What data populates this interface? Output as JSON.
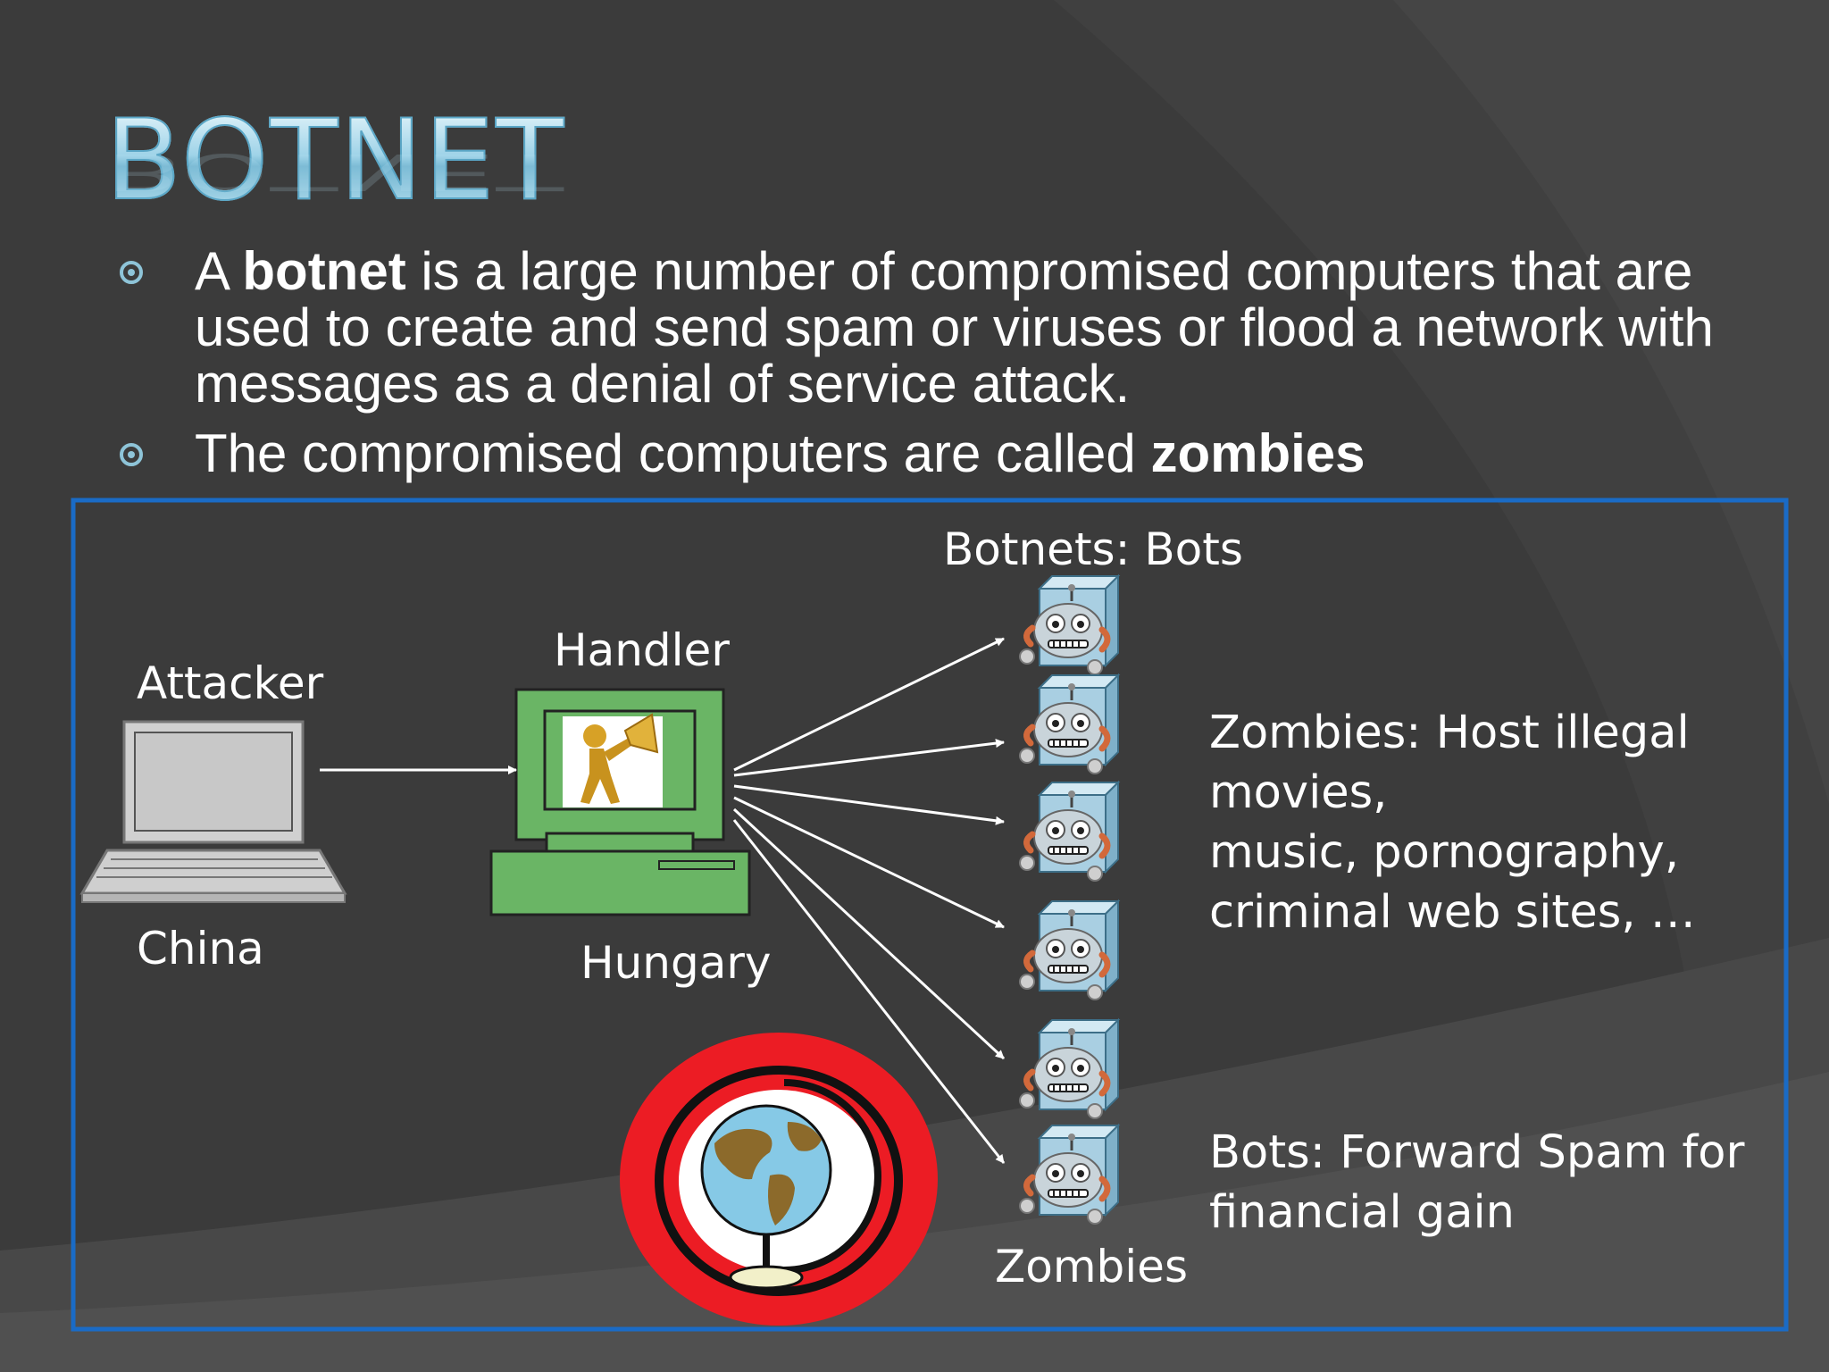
{
  "slide": {
    "title": "BOTNET",
    "bullets": [
      {
        "before": "A ",
        "bold": "botnet",
        "after": " is a large number of compromised computers that are used to create and send spam or viruses or flood a network with messages as a denial of service attack."
      },
      {
        "before": "The compromised computers are called ",
        "bold": "zombies",
        "after": ""
      }
    ]
  },
  "diagram": {
    "attacker_label": "Attacker",
    "attacker_location": "China",
    "handler_label": "Handler",
    "handler_location": "Hungary",
    "bots_header": "Botnets: Bots",
    "zombies_label": "Zombies",
    "zombies_desc": [
      "Zombies: Host illegal",
      "movies,",
      "music, pornography,",
      "criminal web sites, …"
    ],
    "bots_desc": [
      "Bots: Forward Spam for",
      "financial gain"
    ]
  },
  "colors": {
    "background": "#3a3a3a",
    "frame": "#1a6bc6",
    "handler_green": "#6ab565",
    "globe_red": "#ec1c24",
    "bot_blue": "#a9cfe2",
    "title_blue": "#9fd3e8"
  },
  "icons": [
    "laptop-icon",
    "handler-computer-icon",
    "megaphone-figure-icon",
    "robot-bot-icon",
    "globe-icon"
  ]
}
